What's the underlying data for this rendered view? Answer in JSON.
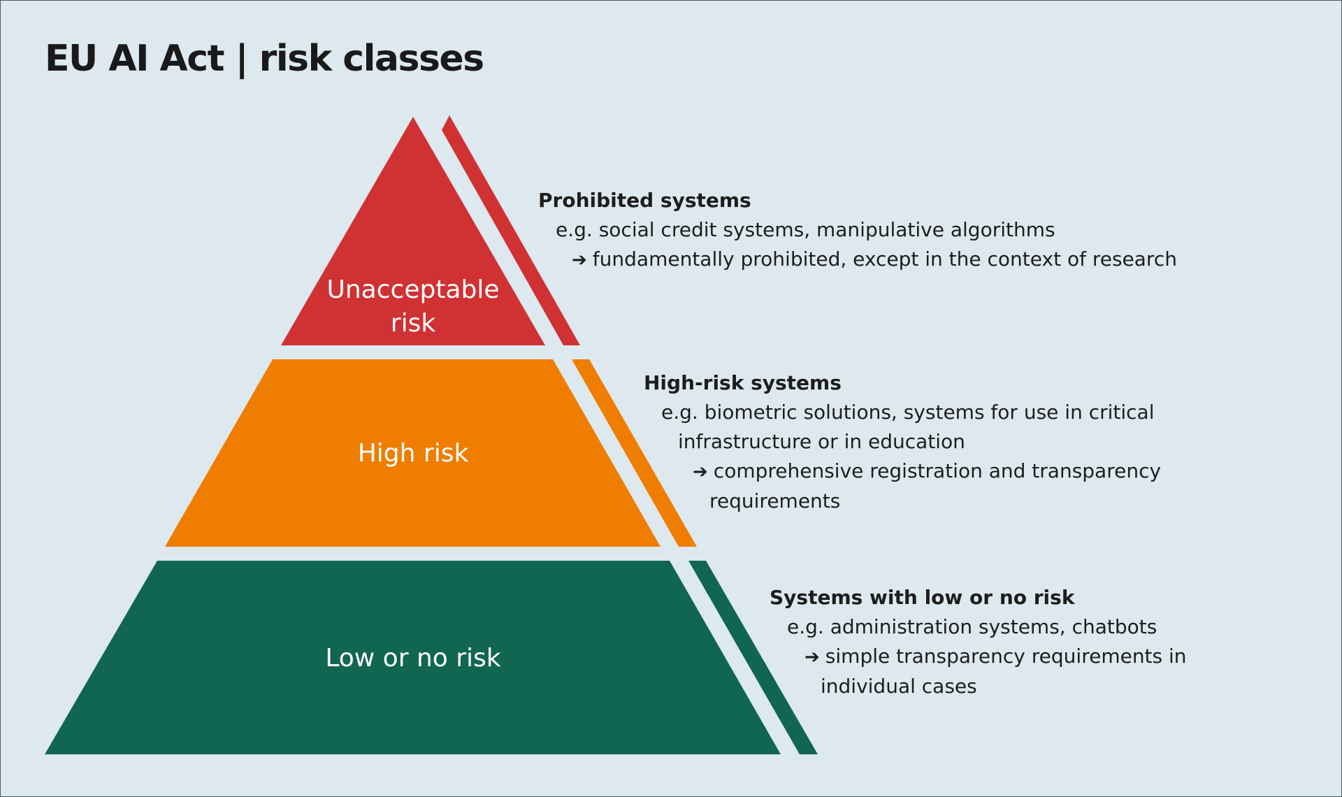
{
  "title": "EU AI Act | risk classes",
  "colors": {
    "background": "#dde9ef",
    "unacceptable": "#d03133",
    "high": "#ef7d00",
    "low": "#116651",
    "text": "#1d1d1b"
  },
  "tiers": [
    {
      "label_lines": [
        "Unacceptable",
        "risk"
      ],
      "heading": "Prohibited systems",
      "examples": [
        "e.g. social credit systems, manipulative algorithms"
      ],
      "consequence": [
        "fundamentally prohibited, except in the context of research"
      ]
    },
    {
      "label_lines": [
        "High risk"
      ],
      "heading": "High-risk systems",
      "examples": [
        "e.g. biometric solutions, systems for use in critical",
        "infrastructure or in education"
      ],
      "consequence": [
        "comprehensive registration and transparency",
        "requirements"
      ]
    },
    {
      "label_lines": [
        "Low or no risk"
      ],
      "heading": "Systems with low or no risk",
      "examples": [
        "e.g. administration systems, chatbots"
      ],
      "consequence": [
        "simple transparency requirements in",
        "individual cases"
      ]
    }
  ],
  "icons": {
    "arrow": "right-arrow-icon"
  },
  "arrow_glyph": "➔"
}
